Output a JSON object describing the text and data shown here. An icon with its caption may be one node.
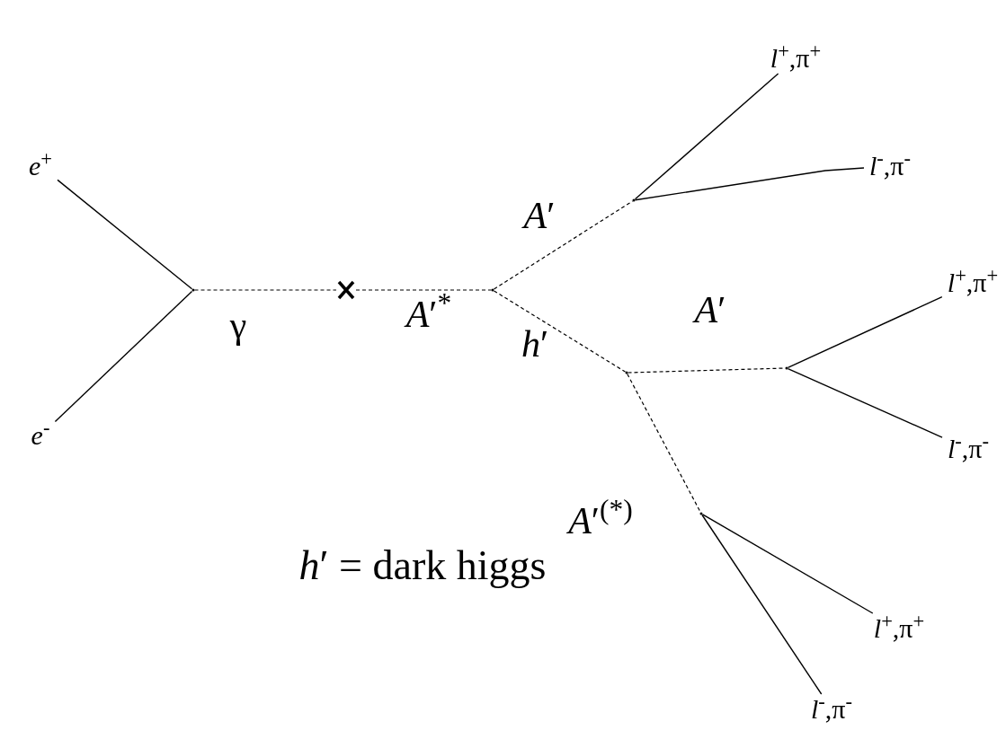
{
  "diagram": {
    "nodes": [
      {
        "text": [
          "*e*$^{+}$"
        ]
      },
      {
        "text": [
          "*e*$^{-}$"
        ]
      },
      {
        "text": [],
        "shape": "point"
      },
      {
        "text": [],
        "shape": "cross"
      },
      {
        "text": [],
        "shape": "point"
      },
      {
        "text": [],
        "shape": "point"
      },
      {
        "text": [
          "*l*$^{+}$,π$^{+}$"
        ]
      },
      {
        "text": [
          "*l*$^{-}$,π$^{-}$"
        ]
      },
      {
        "text": [],
        "shape": "point"
      },
      {
        "text": [],
        "shape": "point"
      },
      {
        "text": [
          "*l*$^{+}$,π$^{+}$"
        ]
      },
      {
        "text": [
          "*l*$^{-}$,π$^{-}$"
        ]
      },
      {
        "text": [],
        "shape": "point"
      },
      {
        "text": [
          "*l*$^{+}$,π$^{+}$"
        ]
      },
      {
        "text": [
          "*l*$^{-}$,π$^{-}$"
        ]
      }
    ],
    "edges": [
      {
        "from": 0,
        "to": 2,
        "arrow": "none"
      },
      {
        "from": 1,
        "to": 2,
        "arrow": "none"
      },
      {
        "from": 2,
        "to": 3,
        "arrow": "none",
        "label": "γ",
        "style": "dashed"
      },
      {
        "from": 3,
        "to": 4,
        "arrow": "none",
        "label": "*A*′$^{*}$",
        "style": "dashed"
      },
      {
        "from": 4,
        "to": 5,
        "arrow": "none",
        "label": "*A*′",
        "style": "dashed"
      },
      {
        "from": 5,
        "to": 6,
        "arrow": "none"
      },
      {
        "from": 5,
        "to": 7,
        "arrow": "none"
      },
      {
        "from": 4,
        "to": 8,
        "arrow": "none",
        "label": "*h*′",
        "style": "dashed"
      },
      {
        "from": 8,
        "to": 9,
        "arrow": "none",
        "label": "*A*′",
        "style": "dashed"
      },
      {
        "from": 9,
        "to": 10,
        "arrow": "none"
      },
      {
        "from": 9,
        "to": 11,
        "arrow": "none"
      },
      {
        "from": 8,
        "to": 12,
        "arrow": "none",
        "label": "*A*′$^{(*)}$",
        "style": "dashed"
      },
      {
        "from": 12,
        "to": 13,
        "arrow": "none"
      },
      {
        "from": 12,
        "to": 14,
        "arrow": "none"
      }
    ],
    "labels": [
      "*h*′ = dark higgs"
    ]
  }
}
